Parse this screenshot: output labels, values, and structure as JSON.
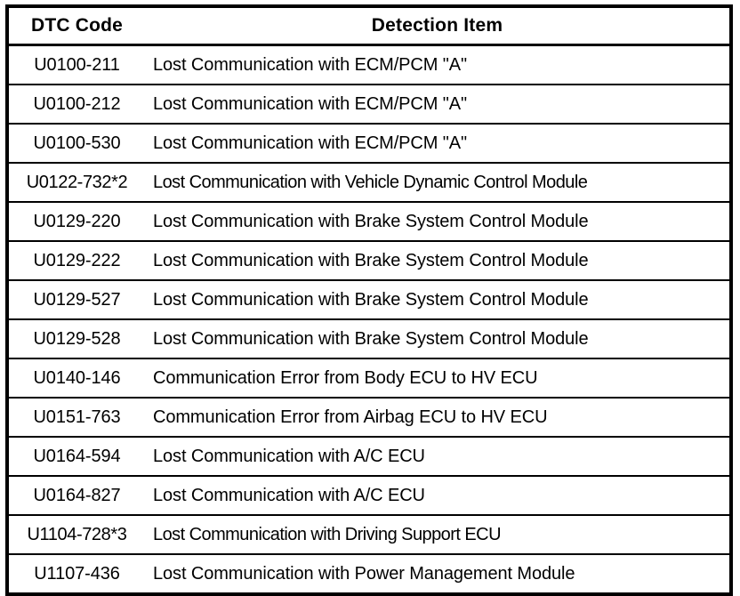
{
  "table": {
    "columns": [
      {
        "key": "code",
        "label": "DTC Code",
        "align": "center"
      },
      {
        "key": "item",
        "label": "Detection Item",
        "align": "center"
      }
    ],
    "rows": [
      {
        "code": "U0100-211",
        "item": "Lost Communication with ECM/PCM \"A\""
      },
      {
        "code": "U0100-212",
        "item": "Lost Communication with ECM/PCM \"A\""
      },
      {
        "code": "U0100-530",
        "item": "Lost Communication with ECM/PCM \"A\""
      },
      {
        "code": "U0122-732*2",
        "item": "Lost Communication with Vehicle Dynamic Control Module"
      },
      {
        "code": "U0129-220",
        "item": "Lost Communication with Brake System Control Module"
      },
      {
        "code": "U0129-222",
        "item": "Lost Communication with Brake System Control Module"
      },
      {
        "code": "U0129-527",
        "item": "Lost Communication with Brake System Control Module"
      },
      {
        "code": "U0129-528",
        "item": "Lost Communication with Brake System Control Module"
      },
      {
        "code": "U0140-146",
        "item": "Communication Error from Body ECU to HV ECU"
      },
      {
        "code": "U0151-763",
        "item": "Communication Error from Airbag ECU to HV ECU"
      },
      {
        "code": "U0164-594",
        "item": "Lost Communication with A/C ECU"
      },
      {
        "code": "U0164-827",
        "item": "Lost Communication with A/C ECU"
      },
      {
        "code": "U1104-728*3",
        "item": "Lost Communication with Driving Support ECU"
      },
      {
        "code": "U1107-436",
        "item": "Lost Communication with Power Management Module"
      }
    ]
  },
  "colors": {
    "text": "#000000",
    "background": "#ffffff",
    "border": "#000000"
  }
}
